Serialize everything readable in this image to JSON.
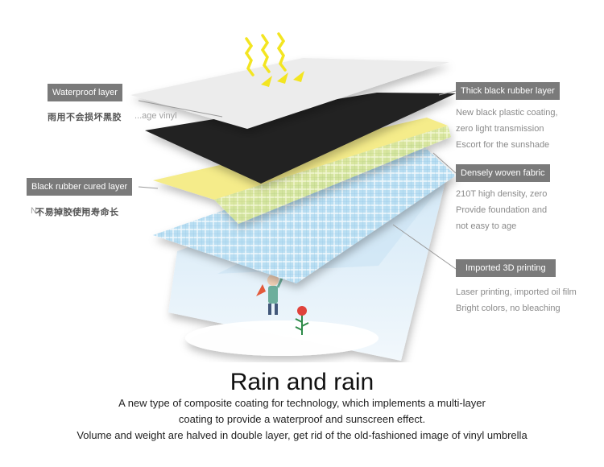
{
  "callouts": {
    "waterproof": {
      "label": "Waterproof layer",
      "desc_en": "...age vinyl",
      "desc_zh": "雨用不会损坏黑胶"
    },
    "black_cured": {
      "label": "Black rubber cured layer",
      "desc_en": "N... service life",
      "desc_zh": "不易掉胶使用寿命长"
    },
    "thick_black": {
      "label": "Thick black rubber layer",
      "lines": [
        "New black plastic coating,",
        "zero light transmission",
        "Escort for the sunshade"
      ]
    },
    "woven": {
      "label": "Densely woven fabric",
      "lines": [
        "210T high density, zero",
        "Provide foundation and",
        "not easy to age"
      ]
    },
    "printing": {
      "label": "Imported 3D printing",
      "lines": [
        "Laser printing, imported oil film",
        "Bright colors, no bleaching"
      ]
    }
  },
  "headline": "Rain and rain",
  "caption_lines": [
    "A new type of composite coating for technology, which implements a multi-layer",
    "coating to provide a waterproof and sunscreen effect.",
    "Volume and weight are halved in double layer, get rid of the old-fashioned image of vinyl umbrella"
  ],
  "colors": {
    "tag_bg": "#7a7a7a",
    "arrow_yellow": "#f3e521",
    "white_layer": "#ececec",
    "black_layer": "#232323",
    "yellow_layer": "#f5ec8a",
    "blue_fabric": "#b6dcef",
    "print_sky": "#d6e9f5"
  },
  "icons": [
    "sun-rays-arrow-icon"
  ]
}
